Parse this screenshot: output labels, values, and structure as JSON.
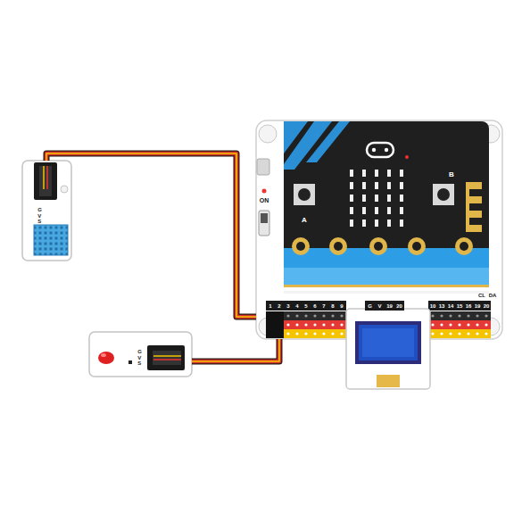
{
  "diagram": {
    "nodes": [
      {
        "text": [
          "G V S"
        ]
      },
      {
        "text": [
          "G V S"
        ]
      },
      {
        "text": [
          "ON",
          "A",
          "B"
        ]
      }
    ],
    "edges": [
      {
        "from": 0,
        "to": 2,
        "arrow": "none"
      },
      {
        "from": 1,
        "to": 2,
        "arrow": "none"
      }
    ],
    "labels": [
      "1",
      "2",
      "3",
      "4",
      "5",
      "6",
      "7",
      "8",
      "9",
      "G",
      "V",
      "19",
      "20",
      "CL",
      "DA",
      "10",
      "13",
      "14",
      "15",
      "16",
      "19",
      "20"
    ]
  }
}
